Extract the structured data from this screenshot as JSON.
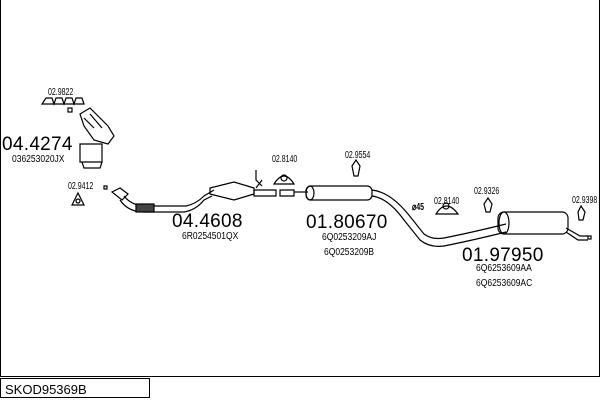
{
  "parts": {
    "gasket_manifold": "02.9822",
    "catalyst_manifold": {
      "code": "04.4274",
      "oem": "036253020JX"
    },
    "gasket_flange": "02.9412",
    "front_pipe_catalyst": {
      "code": "04.4608",
      "oem": "6R0254501QX"
    },
    "mount_1": "02.8140",
    "mount_2": "02.9554",
    "middle_silencer": {
      "code": "01.80670",
      "oem": [
        "6Q0253209AJ",
        "6Q0253209B"
      ]
    },
    "diameter_label": "⌀45",
    "mount_3": "02.8140",
    "mount_4": "02.9326",
    "mount_5": "02.9398",
    "rear_silencer": {
      "code": "01.97950",
      "oem": [
        "6Q6253609AA",
        "6Q6253609AC"
      ]
    }
  },
  "diagram_id": "SKOD95369B"
}
